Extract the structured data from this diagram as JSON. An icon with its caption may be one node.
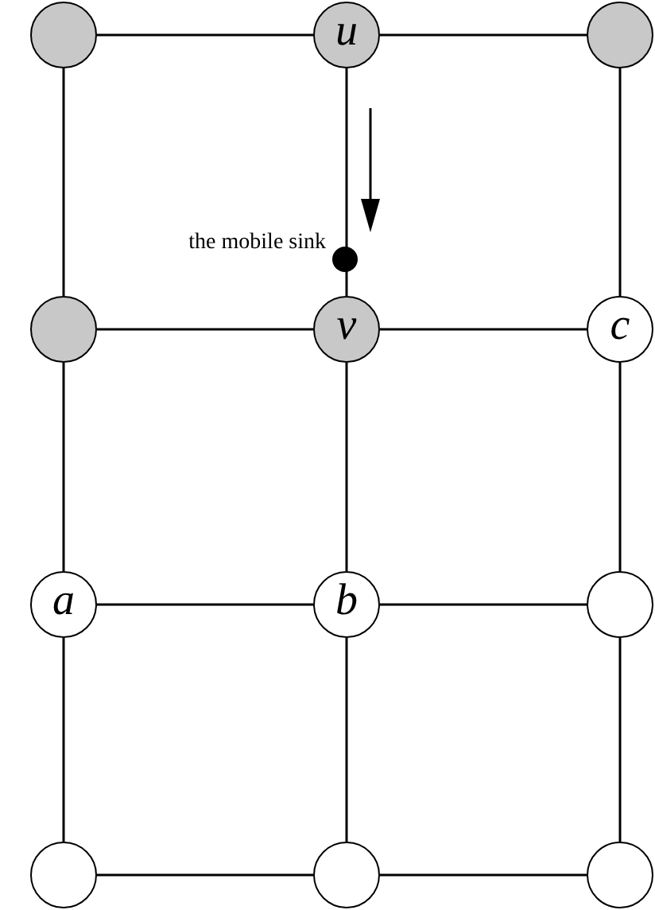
{
  "diagram": {
    "nodes": [
      {
        "text": [],
        "shape": "circle"
      },
      {
        "text": [
          "u"
        ]
      },
      {
        "text": [],
        "shape": "circle"
      },
      {
        "text": [],
        "shape": "circle"
      },
      {
        "text": [
          "v"
        ]
      },
      {
        "text": [
          "c"
        ]
      },
      {
        "text": [
          "a"
        ]
      },
      {
        "text": [
          "b"
        ]
      },
      {
        "text": [],
        "shape": "circle"
      },
      {
        "text": [],
        "shape": "circle"
      },
      {
        "text": [],
        "shape": "circle"
      },
      {
        "text": [],
        "shape": "circle"
      }
    ],
    "edges": [
      {
        "from": 0,
        "to": 1,
        "arrow": "none"
      },
      {
        "from": 1,
        "to": 2,
        "arrow": "none"
      },
      {
        "from": 3,
        "to": 4,
        "arrow": "none"
      },
      {
        "from": 4,
        "to": 5,
        "arrow": "none"
      },
      {
        "from": 6,
        "to": 7,
        "arrow": "none"
      },
      {
        "from": 7,
        "to": 8,
        "arrow": "none"
      },
      {
        "from": 9,
        "to": 10,
        "arrow": "none"
      },
      {
        "from": 10,
        "to": 11,
        "arrow": "none"
      },
      {
        "from": 0,
        "to": 3,
        "arrow": "none"
      },
      {
        "from": 1,
        "to": 4,
        "arrow": "none"
      },
      {
        "from": 2,
        "to": 5,
        "arrow": "none"
      },
      {
        "from": 3,
        "to": 6,
        "arrow": "none"
      },
      {
        "from": 4,
        "to": 7,
        "arrow": "none"
      },
      {
        "from": 5,
        "to": 8,
        "arrow": "none"
      },
      {
        "from": 6,
        "to": 9,
        "arrow": "none"
      },
      {
        "from": 7,
        "to": 10,
        "arrow": "none"
      },
      {
        "from": 8,
        "to": 11,
        "arrow": "none"
      }
    ],
    "labels": [
      "the mobile sink"
    ]
  }
}
